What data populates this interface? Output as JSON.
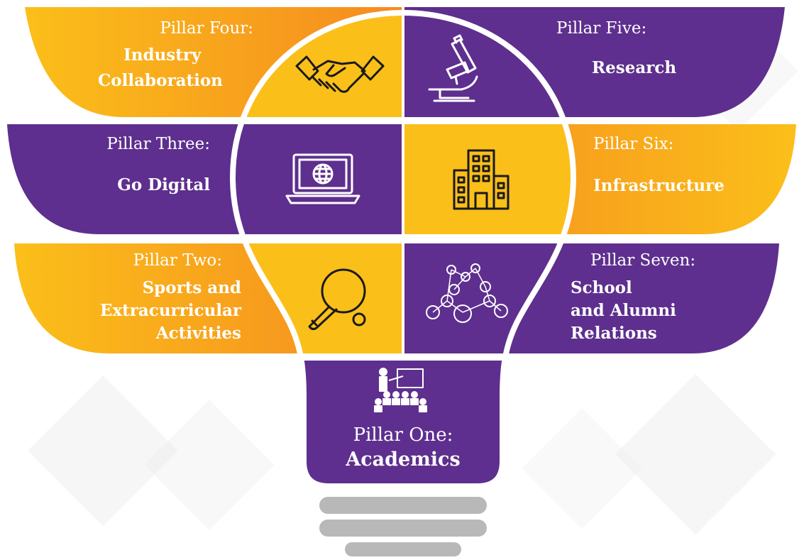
{
  "pillars": {
    "p1": {
      "label": "Pillar One:",
      "title": "Academics",
      "icon": "teacher-presentation-icon"
    },
    "p2": {
      "label": "Pillar Two:",
      "title_lines": [
        "Sports and",
        "Extracurricular",
        "Activities"
      ],
      "icon": "table-tennis-icon"
    },
    "p3": {
      "label": "Pillar Three:",
      "title": "Go Digital",
      "icon": "laptop-globe-icon"
    },
    "p4": {
      "label": "Pillar Four:",
      "title_lines": [
        "Industry",
        "Collaboration"
      ],
      "icon": "handshake-icon"
    },
    "p5": {
      "label": "Pillar Five:",
      "title": "Research",
      "icon": "microscope-icon"
    },
    "p6": {
      "label": "Pillar Six:",
      "title": "Infrastructure",
      "icon": "building-icon"
    },
    "p7": {
      "label": "Pillar Seven:",
      "title_lines": [
        "School",
        "and Alumni",
        "Relations"
      ],
      "icon": "network-icon"
    }
  },
  "colors": {
    "purple": "#5e2f8e",
    "yellow": "#fbbf1a",
    "orange": "#f58b1f",
    "bulb_outline": "#ffffff",
    "bulb_base": "#b8b8b8"
  }
}
